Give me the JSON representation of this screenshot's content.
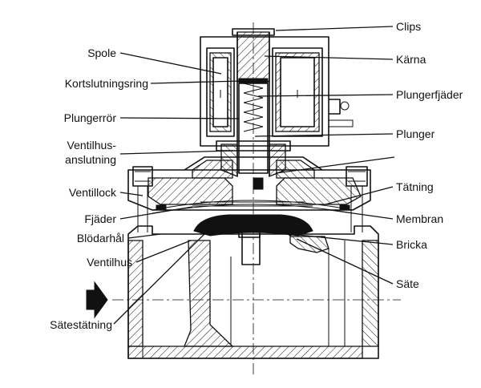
{
  "labels": {
    "clips": "Clips",
    "spole": "Spole",
    "karna": "Kärna",
    "kortslutningsring": "Kortslutningsring",
    "plungerfjader": "Plungerfjäder",
    "plungerror": "Plungerrör",
    "plunger": "Plunger",
    "ventilhus_line1": "Ventilhus-",
    "ventilhus_line2": "anslutning",
    "ventillock": "Ventillock",
    "tatning": "Tätning",
    "fjader": "Fjäder",
    "membran": "Membran",
    "blodarhal": "Blödarhål",
    "bricka": "Bricka",
    "ventilhus": "Ventilhus",
    "sate": "Säte",
    "satestatning": "Sätestätning"
  }
}
